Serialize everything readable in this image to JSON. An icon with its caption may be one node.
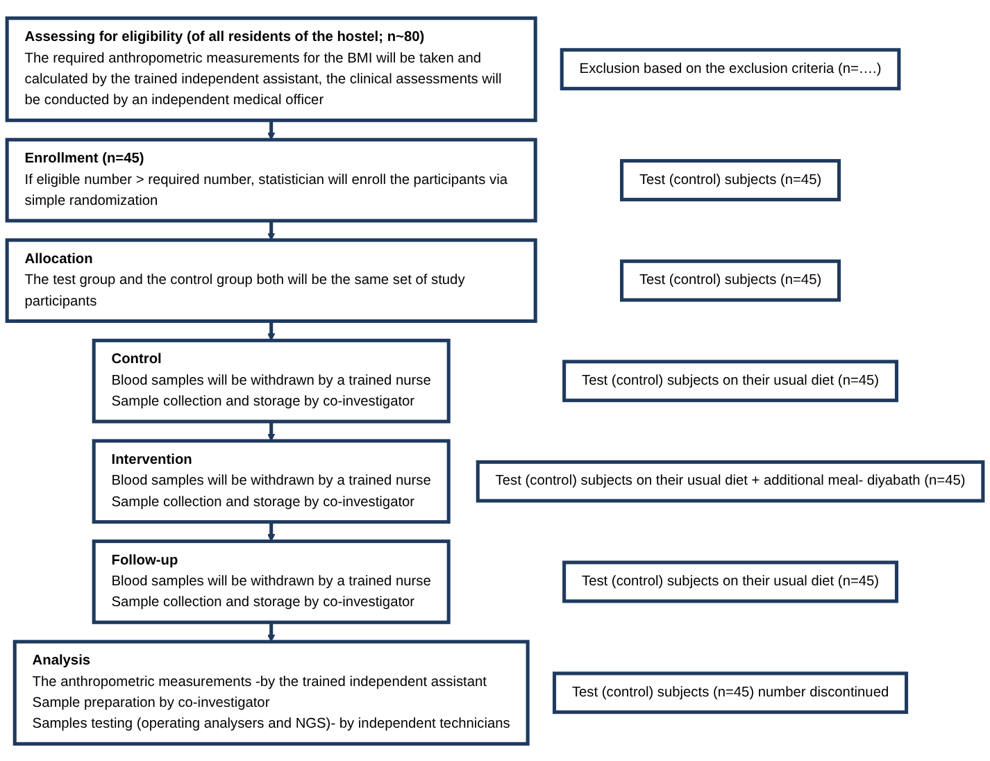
{
  "diagram": {
    "nodes": [
      {
        "text": [
          "Assessing for eligibility (of all residents of the hostel; n~80)",
          "The required anthropometric measurements for the BMI will be taken and calculated by the trained independent assistant, the clinical assessments will be conducted by an independent medical officer"
        ]
      },
      {
        "text": [
          "Exclusion based on the exclusion criteria (n=….)"
        ]
      },
      {
        "text": [
          "Enrollment (n=45)",
          "If eligible number > required number, statistician will enroll the participants via simple randomization"
        ]
      },
      {
        "text": [
          "Test (control) subjects (n=45)"
        ]
      },
      {
        "text": [
          "Allocation",
          "The test group and the control group both will be the same set of study participants"
        ]
      },
      {
        "text": [
          "Test (control) subjects (n=45)"
        ]
      },
      {
        "text": [
          "Control",
          "Blood samples will be withdrawn by a trained nurse",
          "Sample collection and storage by co-investigator"
        ]
      },
      {
        "text": [
          "Test (control) subjects on their usual diet (n=45)"
        ]
      },
      {
        "text": [
          "Intervention",
          "Blood samples will be withdrawn by a trained nurse",
          "Sample collection and storage by co-investigator"
        ]
      },
      {
        "text": [
          "Test (control) subjects on their usual diet + additional meal- diyabath (n=45)"
        ]
      },
      {
        "text": [
          "Follow-up",
          "Blood samples will be withdrawn by a trained nurse",
          "Sample collection and storage by co-investigator"
        ]
      },
      {
        "text": [
          "Test (control) subjects on their usual diet (n=45)"
        ]
      },
      {
        "text": [
          "Analysis",
          "The anthropometric measurements -by the trained independent assistant",
          "Sample preparation by co-investigator",
          "Samples testing (operating analysers and NGS)- by independent technicians"
        ]
      },
      {
        "text": [
          "Test (control) subjects (n=45) number discontinued"
        ]
      }
    ],
    "edges": [
      {
        "from": 0,
        "to": 2,
        "arrow": "to"
      },
      {
        "from": 2,
        "to": 4,
        "arrow": "to"
      },
      {
        "from": 4,
        "to": 6,
        "arrow": "to"
      },
      {
        "from": 6,
        "to": 8,
        "arrow": "to"
      },
      {
        "from": 8,
        "to": 10,
        "arrow": "to"
      },
      {
        "from": 10,
        "to": 12,
        "arrow": "to"
      }
    ]
  }
}
